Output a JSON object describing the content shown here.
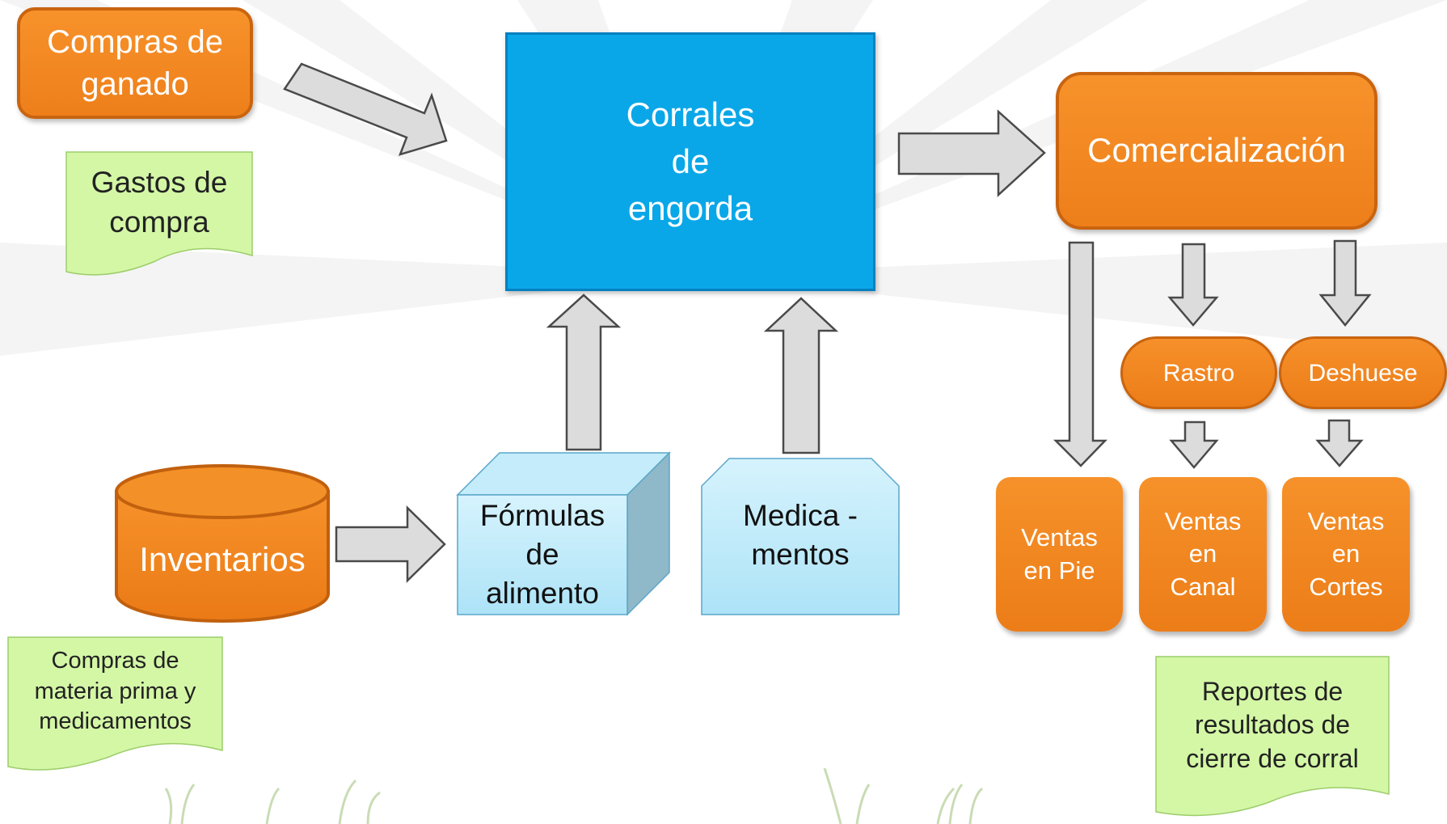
{
  "nodes": {
    "compras_ganado": "Compras de ganado",
    "gastos_compra": "Gastos de compra",
    "corrales": "Corrales de engorda",
    "comercializacion": "Comercialización",
    "rastro": "Rastro",
    "deshuese": "Deshuese",
    "inventarios": "Inventarios",
    "formulas": "Fórmulas de alimento",
    "medicamentos": "Medica - mentos",
    "compras_materia": "Compras de materia prima y medicamentos",
    "ventas_pie": "Ventas en Pie",
    "ventas_canal": "Ventas en Canal",
    "ventas_cortes": "Ventas en Cortes",
    "reportes": "Reportes de resultados de cierre de corral"
  },
  "colors": {
    "orange": "#f08820",
    "blue": "#0aa7e8",
    "light_blue": "#c8eefb",
    "green": "#d4f7a6",
    "arrow": "#dcdcdc"
  }
}
